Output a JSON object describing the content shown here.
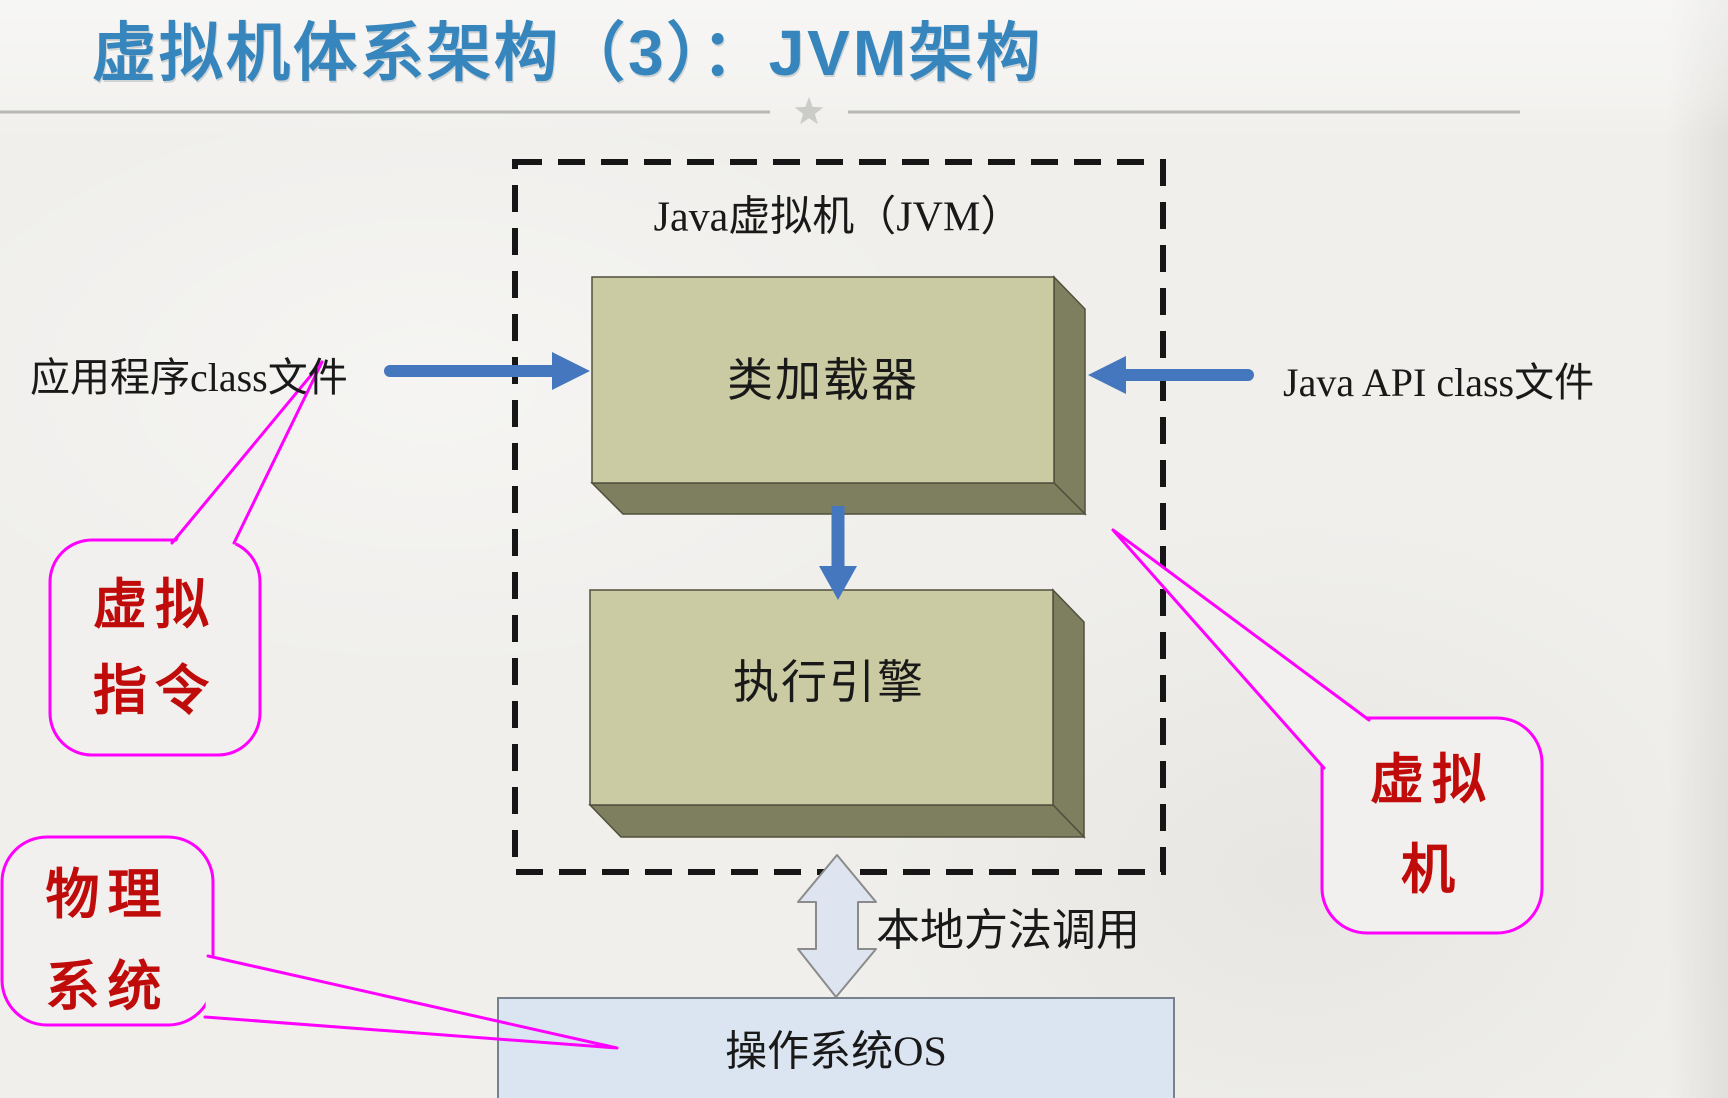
{
  "slide": {
    "title": "虚拟机体系架构（3）：JVM架构"
  },
  "jvm_box": {
    "label": "Java虚拟机（JVM）",
    "class_loader_label": "类加载器",
    "execution_engine_label": "执行引擎"
  },
  "io_labels": {
    "app_class_file": "应用程序class文件",
    "java_api_class_file": "Java API class文件"
  },
  "native_call_label": "本地方法调用",
  "os_label": "操作系统OS",
  "callouts": {
    "virtual_instruction": {
      "line1": "虚拟",
      "line2": "指令"
    },
    "virtual_machine": {
      "line1": "虚拟",
      "line2": "机"
    },
    "physical_system": {
      "line1": "物理",
      "line2": "系统"
    }
  },
  "colors": {
    "title_blue": "#3686bd",
    "arrow_blue": "#4577be",
    "box_face": "#cbcba3",
    "box_side": "#7e7f5e",
    "os_box_fill": "#dbe5f1",
    "hollow_arrow_fill": "#dee5f0",
    "callout_border": "#ff00ff",
    "callout_text_red": "#c00b0b",
    "dashed_border": "#161616",
    "divider_gray": "#b8b8b5"
  }
}
